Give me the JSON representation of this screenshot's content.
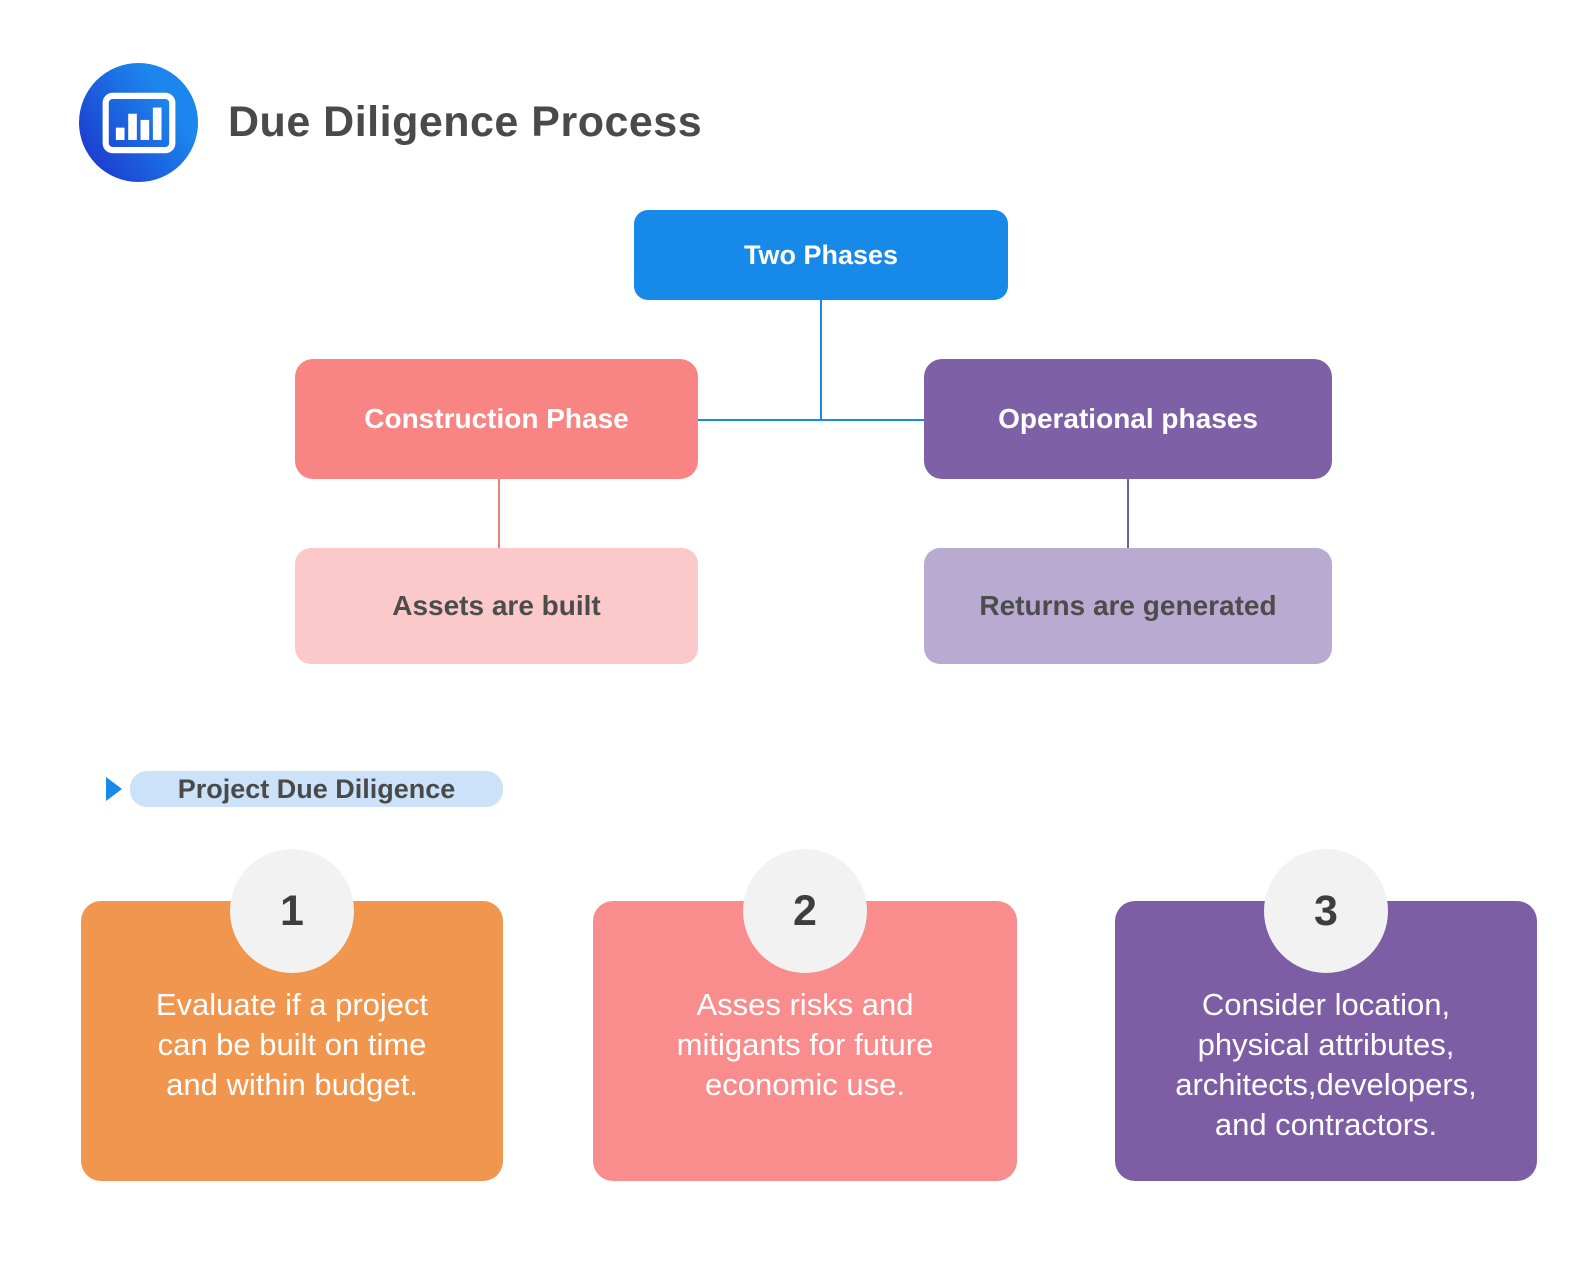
{
  "header": {
    "title": "Due Diligence Process",
    "logo_icon": "bar-chart-icon"
  },
  "flow": {
    "root": {
      "label": "Two Phases",
      "bg": "#1789E9"
    },
    "connector_color": "#1789E9",
    "branches": [
      {
        "label": "Construction Phase",
        "bg": "#F88484",
        "connector_color": "#EB8277",
        "child": {
          "label": "Assets are built",
          "bg": "#FBC9C9"
        }
      },
      {
        "label": "Operational phases",
        "bg": "#7E60A6",
        "connector_color": "#6F5E9E",
        "child": {
          "label": "Returns are generated",
          "bg": "#B9AAD2"
        }
      }
    ]
  },
  "section": {
    "label": "Project Due Diligence",
    "pill_bg": "#CBE2F8",
    "accent": "#1789E9",
    "bullet_icon": "play-triangle-icon"
  },
  "colors": {
    "badge_bg": "#F2F2F3",
    "title_text": "#4A4A4A",
    "card_text": "#FFFFFF"
  },
  "cards": [
    {
      "number": "1",
      "bg": "#F0964F",
      "lines": [
        "Evaluate if a project",
        "can be built on time",
        "and within budget."
      ]
    },
    {
      "number": "2",
      "bg": "#F98D8D",
      "lines": [
        "Asses risks and",
        "mitigants for future",
        "economic use."
      ]
    },
    {
      "number": "3",
      "bg": "#7D5EA5",
      "lines": [
        "Consider location,",
        "physical attributes,",
        "architects,developers,",
        "and contractors."
      ]
    }
  ]
}
